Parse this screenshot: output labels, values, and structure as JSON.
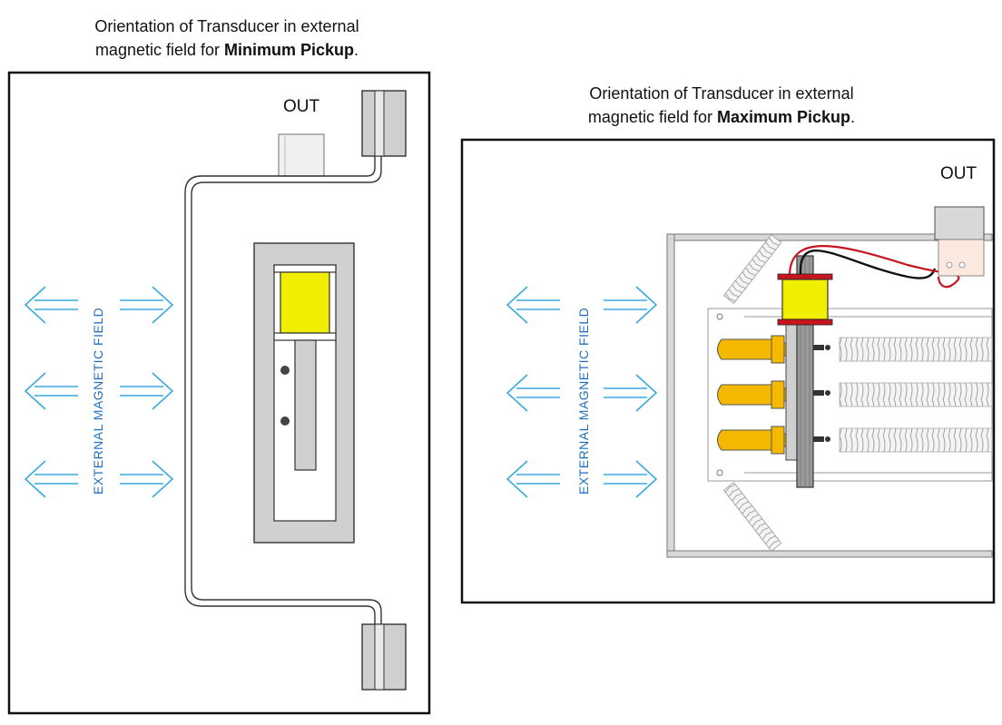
{
  "left_panel": {
    "caption_line1": "Orientation of Transducer in external",
    "caption_line2_prefix": "magnetic field for ",
    "caption_emphasis": "Minimum Pickup",
    "caption_suffix": ".",
    "out_label": "OUT",
    "field_label": "EXTERNAL MAGNETIC FIELD"
  },
  "right_panel": {
    "caption_line1": "Orientation of Transducer in external",
    "caption_line2_prefix": "magnetic field for ",
    "caption_emphasis": "Maximum Pickup",
    "caption_suffix": ".",
    "out_label": "OUT",
    "field_label": "EXTERNAL MAGNETIC FIELD"
  },
  "colors": {
    "field_arrows": "#3aa8de",
    "field_text": "#1f6fc0",
    "coil_yellow": "#f2ee00",
    "tube_orange": "#f5b800",
    "wire_red": "#c8141e",
    "wire_black": "#111111",
    "body_gray": "#d0d0d0"
  }
}
